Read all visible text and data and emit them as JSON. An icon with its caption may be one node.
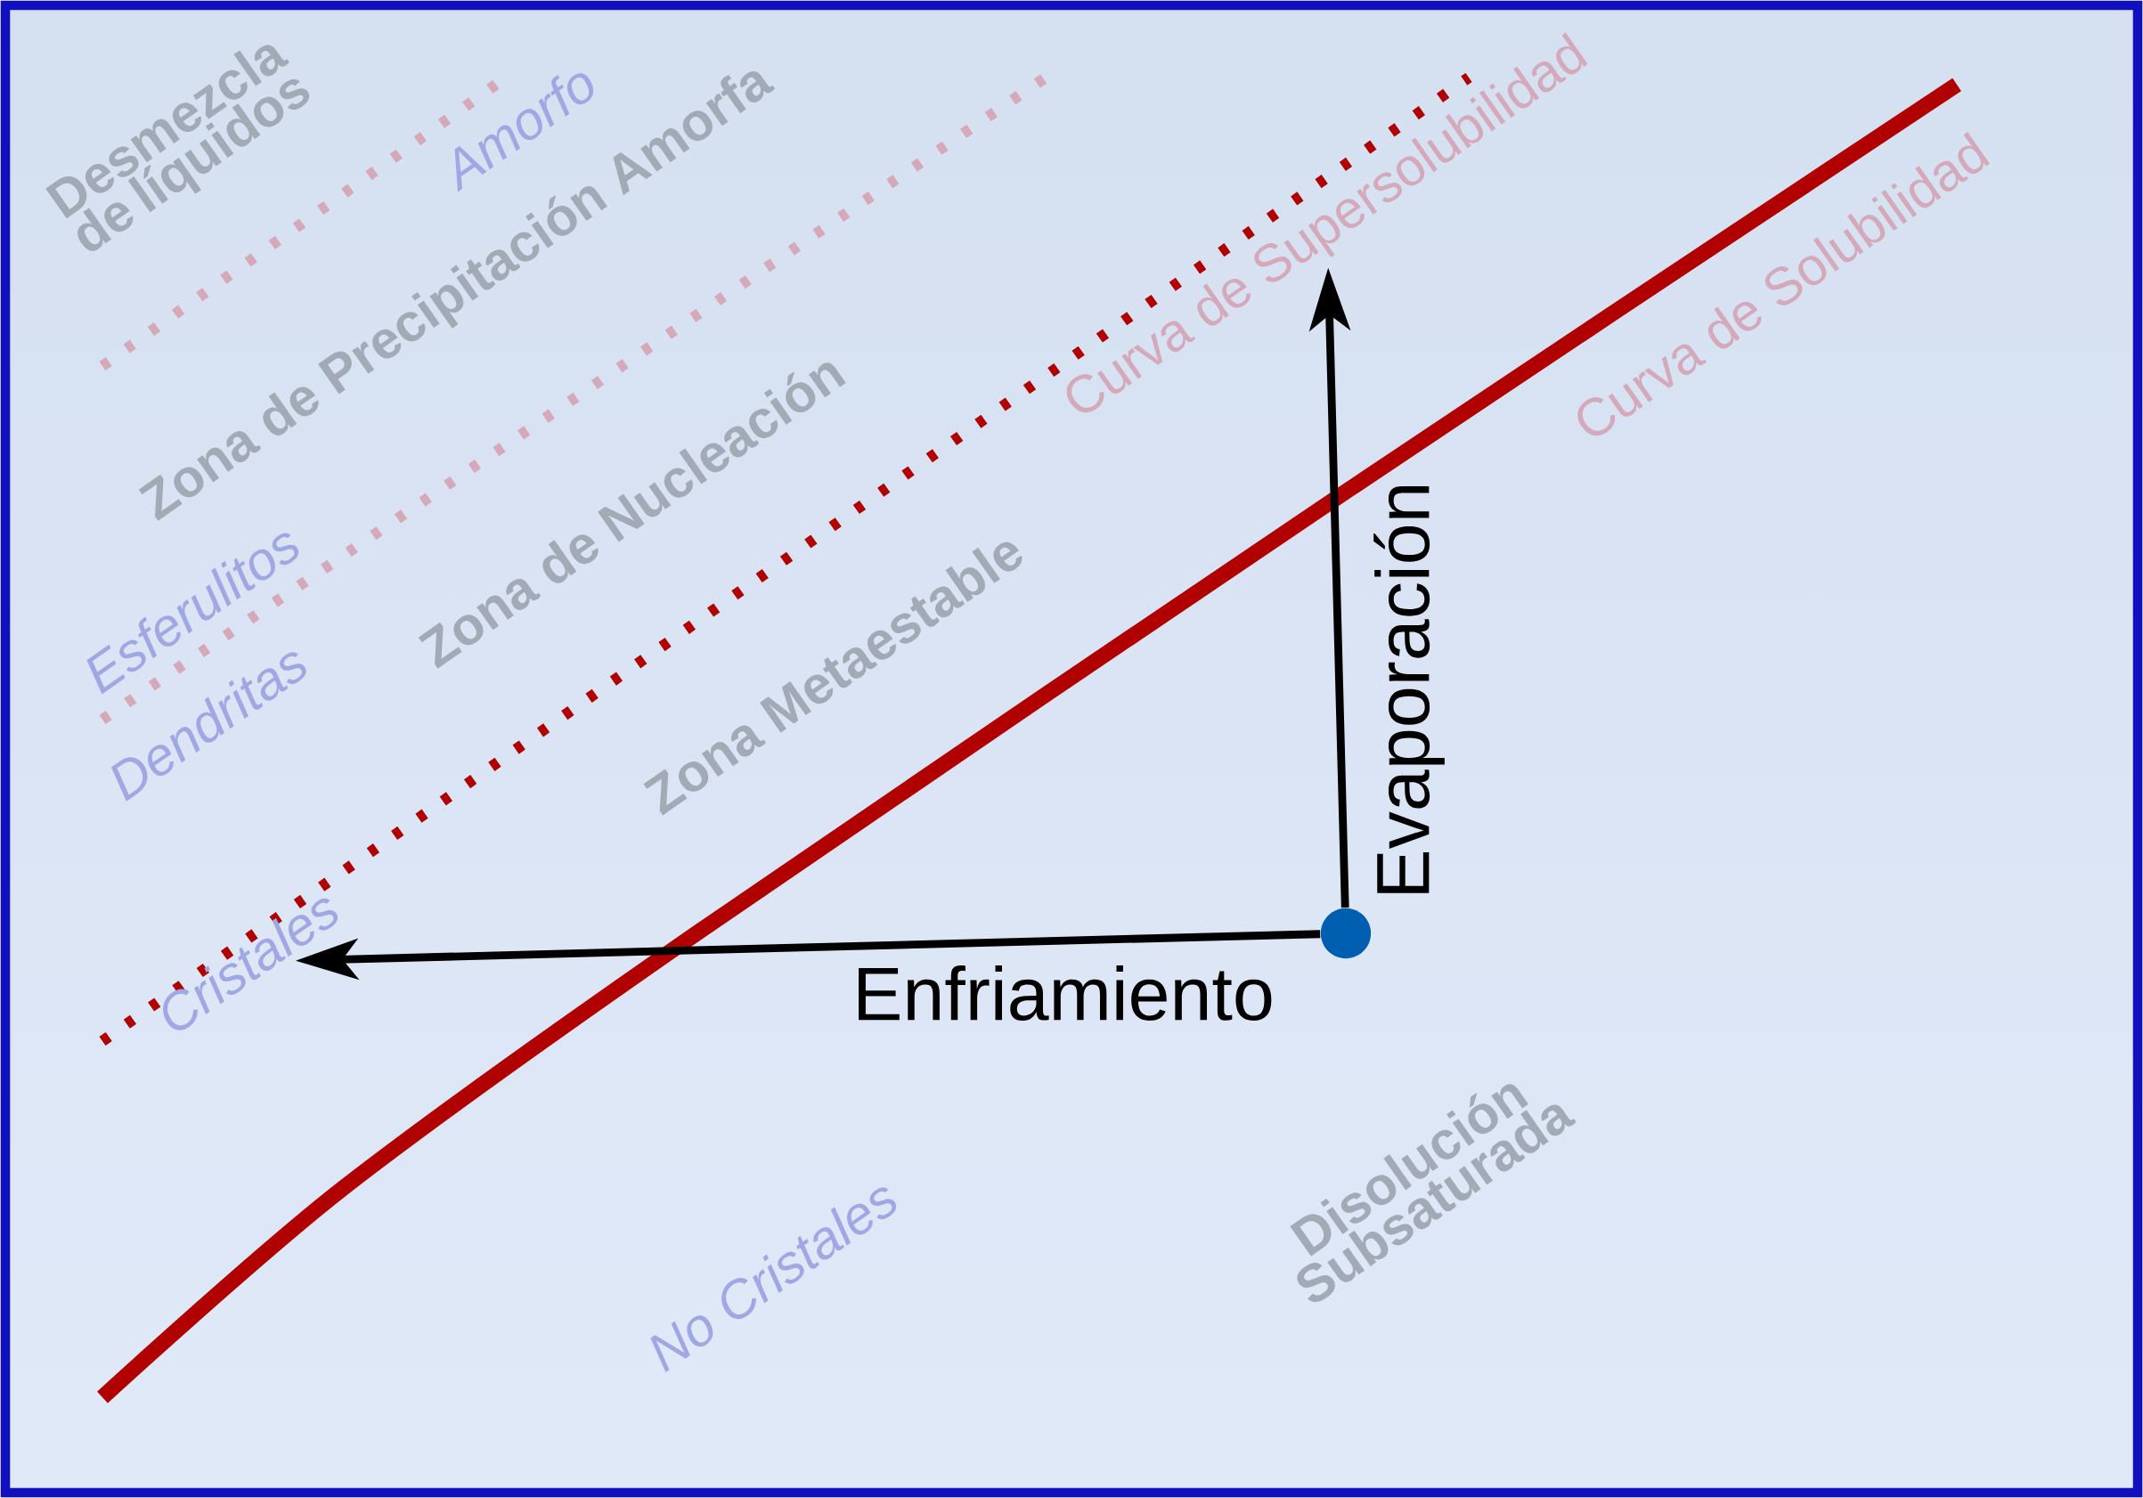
{
  "diagram": {
    "nodes": [
      {
        "text": [
          "Curva de Supersolubilidad"
        ]
      },
      {
        "text": [
          "Cristales"
        ]
      },
      {
        "text": [],
        "shape": "circle"
      }
    ],
    "edges": [
      {
        "from": 2,
        "to": 0,
        "arrow": "to",
        "label": "Evaporación"
      },
      {
        "from": 2,
        "to": 1,
        "arrow": "to",
        "label": "Enfriamiento"
      }
    ],
    "labels": [
      "Desmezcla de líquidos",
      "Amorfo",
      "Zona de Precipitación Amorfa",
      "Curva de Solubilidad",
      "Esferulitos",
      "Zona de Nucleación",
      "Dendritas",
      "Zona Metaestable",
      "No Cristales",
      "Disolución Subsaturada"
    ]
  }
}
